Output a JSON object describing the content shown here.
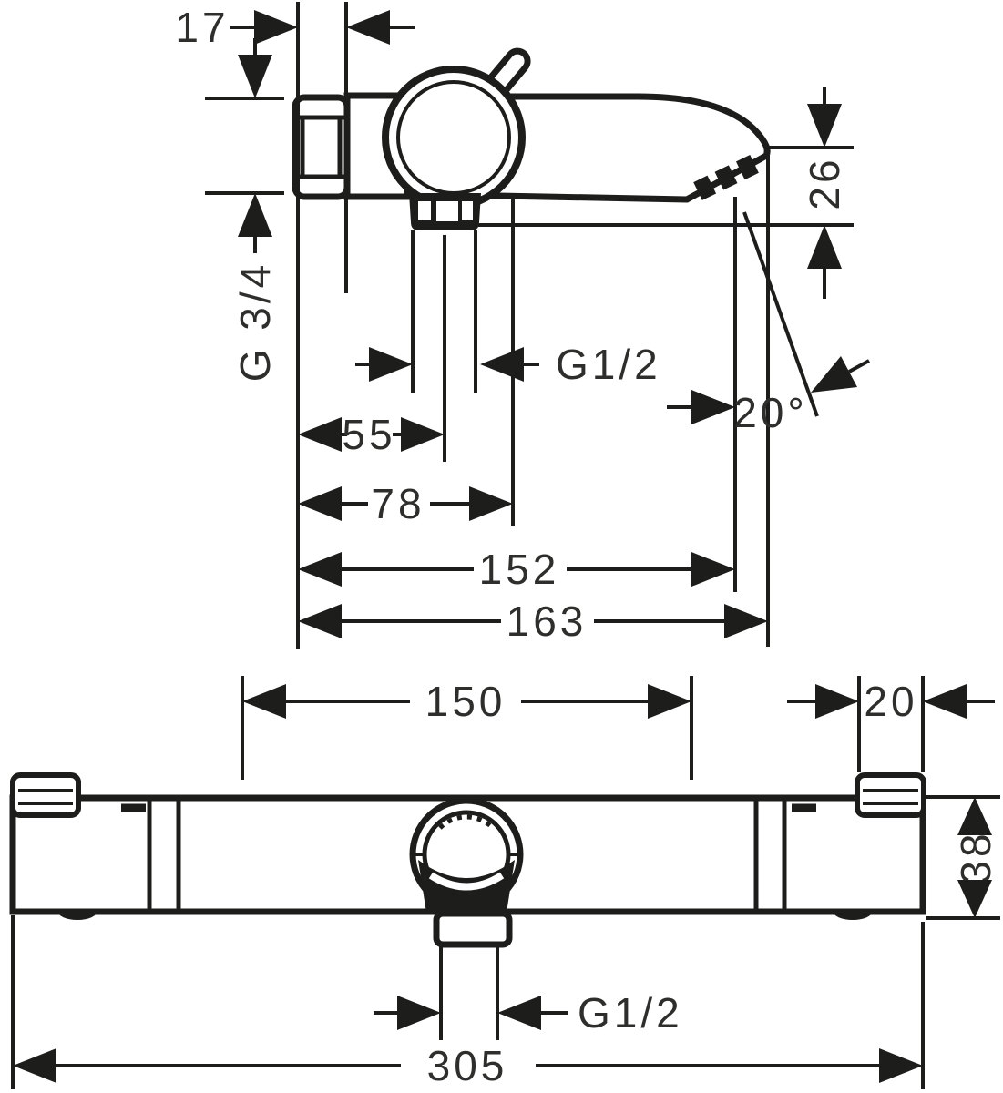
{
  "drawing": {
    "title": "Bath mixer technical dimension drawing",
    "colors": {
      "ink": "#1d1d1b",
      "text": "#2e2e2c",
      "background": "#ffffff"
    }
  },
  "top_view": {
    "dims": {
      "nut_width": "17",
      "inlet_thread": "G 3/4",
      "outlet_drop": "26",
      "outlet_thread": "G1/2",
      "spout_angle": "20°",
      "outlet_offset": "55",
      "spout_start": "78",
      "aerator_center": "152",
      "spout_length": "163"
    }
  },
  "front_view": {
    "dims": {
      "center_distance": "150",
      "knob_width": "20",
      "body_height": "38",
      "outlet_thread": "G1/2",
      "total_width": "305"
    }
  }
}
